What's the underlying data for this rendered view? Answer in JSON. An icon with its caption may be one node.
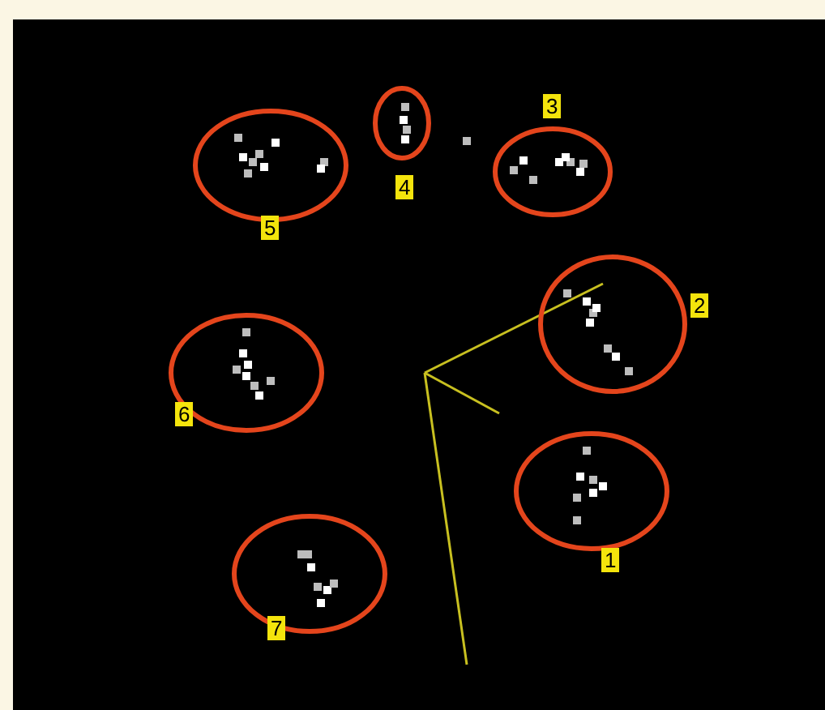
{
  "diagram": {
    "nodes": [
      {
        "text": [],
        "shape": "ellipse",
        "beside": [
          "5"
        ]
      },
      {
        "text": [],
        "shape": "ellipse",
        "beside": [
          "4"
        ]
      },
      {
        "text": [],
        "shape": "ellipse",
        "beside": [
          "3"
        ]
      },
      {
        "text": [],
        "shape": "ellipse",
        "beside": [
          "2"
        ]
      },
      {
        "text": [],
        "shape": "ellipse",
        "beside": [
          "6"
        ]
      },
      {
        "text": [],
        "shape": "ellipse",
        "beside": [
          "1"
        ]
      },
      {
        "text": [],
        "shape": "ellipse",
        "beside": [
          "7"
        ]
      }
    ]
  }
}
